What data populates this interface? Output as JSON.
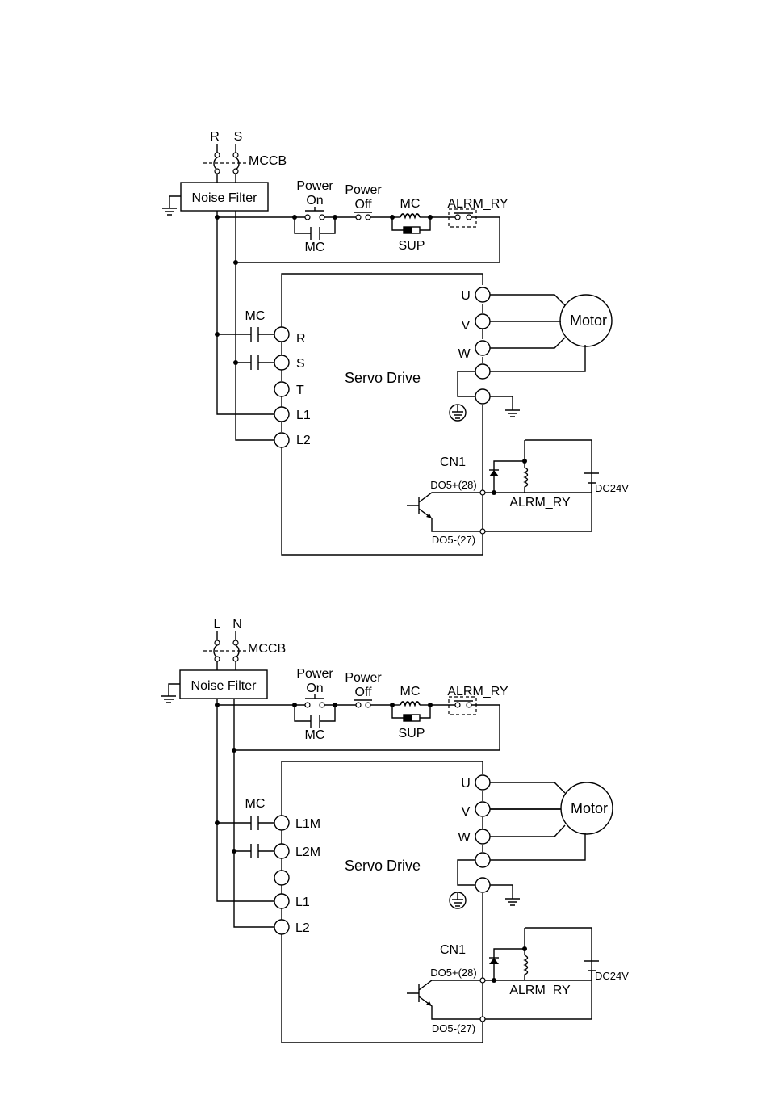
{
  "diagrams": [
    {
      "phase_labels": [
        "R",
        "S"
      ],
      "breaker_label": "MCCB",
      "noise_filter_label": "Noise Filter",
      "power_on_label": [
        "Power",
        "On"
      ],
      "power_off_label": [
        "Power",
        "Off"
      ],
      "mc_coil_label": "MC",
      "alarm_contact_label": "ALRM_RY",
      "mc_aux_label": "MC",
      "sup_label": "SUP",
      "mc_main_label": "MC",
      "input_terminals": [
        "R",
        "S",
        "T",
        "L1",
        "L2"
      ],
      "drive_label": "Servo Drive",
      "motor_terminals": [
        "U",
        "V",
        "W"
      ],
      "motor_label": "Motor",
      "cn1_label": "CN1",
      "do_plus_label": "DO5+(28)",
      "do_minus_label": "DO5-(27)",
      "relay_label": "ALRM_RY",
      "supply_label": "DC24V"
    },
    {
      "phase_labels": [
        "L",
        "N"
      ],
      "breaker_label": "MCCB",
      "noise_filter_label": "Noise Filter",
      "power_on_label": [
        "Power",
        "On"
      ],
      "power_off_label": [
        "Power",
        "Off"
      ],
      "mc_coil_label": "MC",
      "alarm_contact_label": "ALRM_RY",
      "mc_aux_label": "MC",
      "sup_label": "SUP",
      "mc_main_label": "MC",
      "input_terminals": [
        "L1M",
        "L2M",
        "",
        "L1",
        "L2"
      ],
      "drive_label": "Servo Drive",
      "motor_terminals": [
        "U",
        "V",
        "W"
      ],
      "motor_label": "Motor",
      "cn1_label": "CN1",
      "do_plus_label": "DO5+(28)",
      "do_minus_label": "DO5-(27)",
      "relay_label": "ALRM_RY",
      "supply_label": "DC24V"
    }
  ]
}
